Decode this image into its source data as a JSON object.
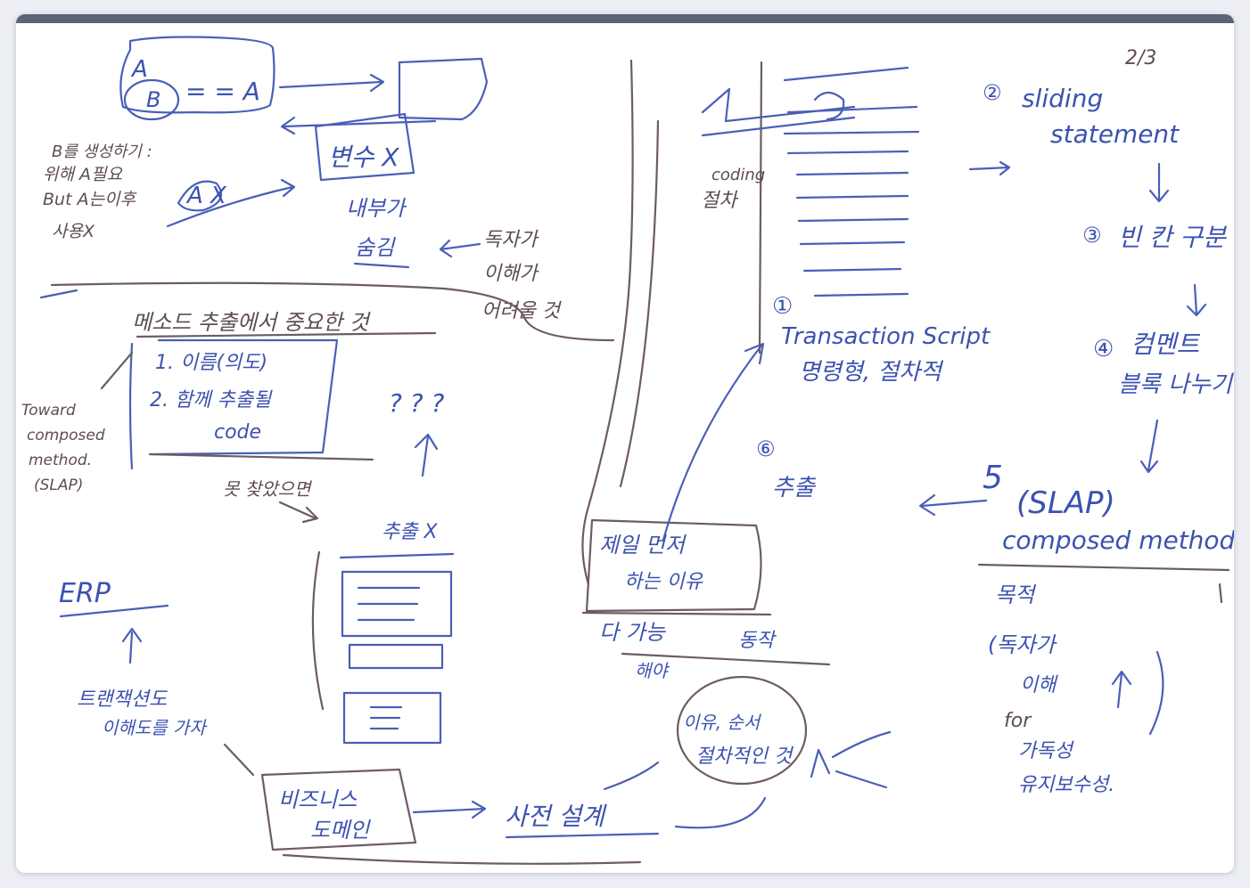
{
  "notes": {
    "page_number": "2/3",
    "eq_a": "A",
    "eq_b": "B",
    "eq_eq": "= = A",
    "box_note": "변수 X",
    "left_note_1": "B를 생성하기 :",
    "left_note_2": "위해 A필요",
    "left_note_3": "But A는이후",
    "left_note_4": "사용X",
    "ax_note": "A X",
    "mid_note_1": "내부가",
    "mid_note_2": "숨김",
    "reader_1": "독자가",
    "reader_2": "이해가",
    "reader_3": "어려울 것",
    "extract_title": "메소드 추출에서 중요한 것",
    "extract_item_1": "1. 이름(의도)",
    "extract_item_2": "2. 함께 추출될",
    "extract_item_3": "code",
    "qmarks": "? ? ?",
    "toward_1": "Toward",
    "toward_2": "composed",
    "toward_3": "method.",
    "toward_4": "(SLAP)",
    "not_found": "못 찾았으면",
    "extract_x": "추출 X",
    "erp": "ERP",
    "erp_note_1": "트랜잭션도",
    "erp_note_2": "이해도를 가자",
    "business_1": "비즈니스",
    "business_2": "도메인",
    "dictionary": "사전 설계",
    "title_box_1": "제일 먼저",
    "title_box_2": "하는 이유",
    "title_box_3": "다 가능",
    "title_box_4": "동작",
    "title_box_5": "해야",
    "circle_1": "이유, 순서",
    "circle_2": "절차적인 것",
    "coding_1": "coding",
    "coding_2": "절차",
    "step1_num": "①",
    "step1_1": "Transaction Script",
    "step1_2": "명령형, 절차적",
    "step2_num": "②",
    "step2_1": "sliding",
    "step2_2": "statement",
    "step3_num": "③",
    "step3": "빈 칸 구분",
    "step4_num": "④",
    "step4_1": "컴멘트",
    "step4_2": "블록 나누기",
    "step5_num": "5",
    "step5_1": "(SLAP)",
    "step5_2": "composed method",
    "step6_num": "⑥",
    "step6": "추출",
    "reason_1": "목적",
    "reason_2": "(독자가",
    "reason_3": "이해",
    "reason_4": "for",
    "reason_5": "가독성",
    "reason_6": "유지보수성."
  },
  "colors": {
    "blue_ink": "#4a5fb8",
    "brown_ink": "#6e5b63",
    "paper": "#ffffff",
    "title_bar": "#5c6378"
  }
}
